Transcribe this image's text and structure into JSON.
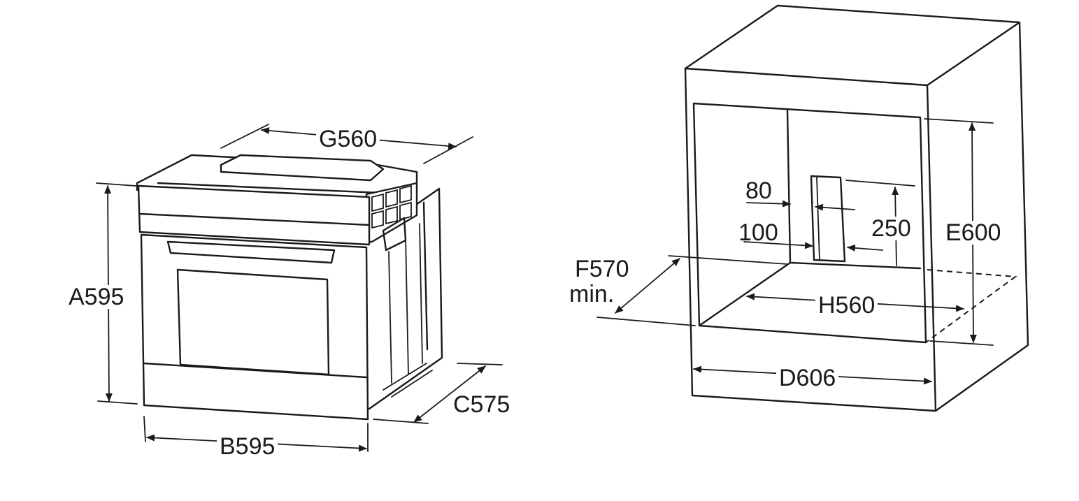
{
  "oven": {
    "dimensions": {
      "height": "A595",
      "width": "B595",
      "depth": "C575",
      "top_width": "G560"
    }
  },
  "niche": {
    "dimensions": {
      "depth": "D606",
      "height": "E600",
      "min_depth_line1": "F570",
      "min_depth_line2": "min.",
      "inner_width": "H560",
      "opening_width": "80",
      "opening_offset": "100",
      "opening_height": "250"
    }
  }
}
